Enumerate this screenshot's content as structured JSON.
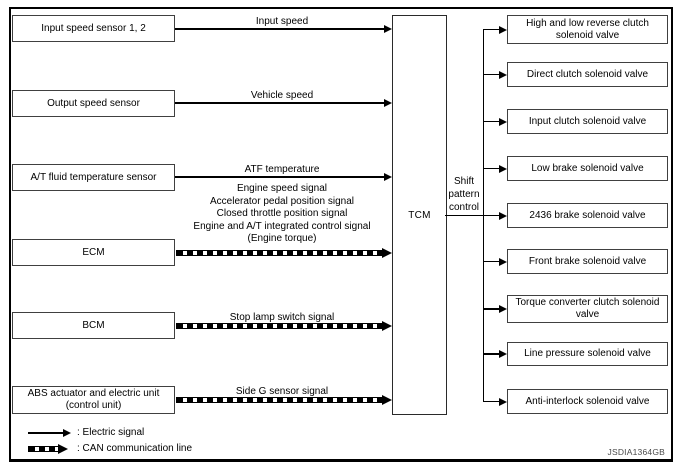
{
  "code": "JSDIA1364GB",
  "tcm": {
    "label": "TCM"
  },
  "shift_pattern": {
    "label": "Shift pattern control"
  },
  "inputs": [
    {
      "device": "Input speed sensor 1, 2",
      "signal": "Input speed",
      "line": "electric"
    },
    {
      "device": "Output speed sensor",
      "signal": "Vehicle speed",
      "line": "electric"
    },
    {
      "device": "A/T fluid temperature sensor",
      "signal": "ATF temperature",
      "line": "electric"
    },
    {
      "device": "ECM",
      "signal": "Engine speed signal\nAccelerator pedal position signal\nClosed throttle position signal\nEngine and A/T integrated control signal\n(Engine torque)",
      "line": "can"
    },
    {
      "device": "BCM",
      "signal": "Stop lamp switch signal",
      "line": "can"
    },
    {
      "device": "ABS actuator and electric unit\n(control unit)",
      "signal": "Side G sensor signal",
      "line": "can"
    }
  ],
  "outputs": [
    "High and low reverse clutch solenoid valve",
    "Direct clutch solenoid valve",
    "Input clutch solenoid valve",
    "Low brake solenoid valve",
    "2436 brake solenoid valve",
    "Front brake solenoid valve",
    "Torque converter clutch solenoid valve",
    "Line pressure solenoid valve",
    "Anti-interlock solenoid valve"
  ],
  "legend": {
    "electric": ": Electric signal",
    "can": ": CAN communication line"
  }
}
